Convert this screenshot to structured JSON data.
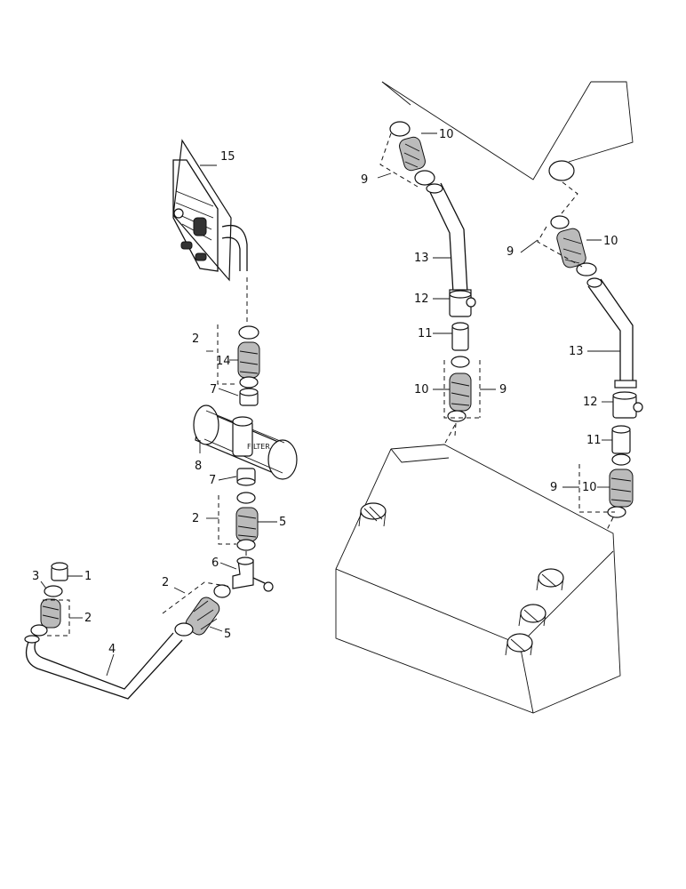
{
  "callouts": {
    "n1": "1",
    "n2a": "2",
    "n2b": "2",
    "n2c": "2",
    "n2d": "2",
    "n3": "3",
    "n4": "4",
    "n5a": "5",
    "n5b": "5",
    "n6": "6",
    "n7a": "7",
    "n7b": "7",
    "n8": "8",
    "n9a": "9",
    "n9b": "9",
    "n9c": "9",
    "n9d": "9",
    "n10a": "10",
    "n10b": "10",
    "n10c": "10",
    "n10d": "10",
    "n11a": "11",
    "n11b": "11",
    "n12a": "12",
    "n12b": "12",
    "n13a": "13",
    "n13b": "13",
    "n14": "14",
    "n15": "15"
  },
  "filter_label": "FILTER"
}
